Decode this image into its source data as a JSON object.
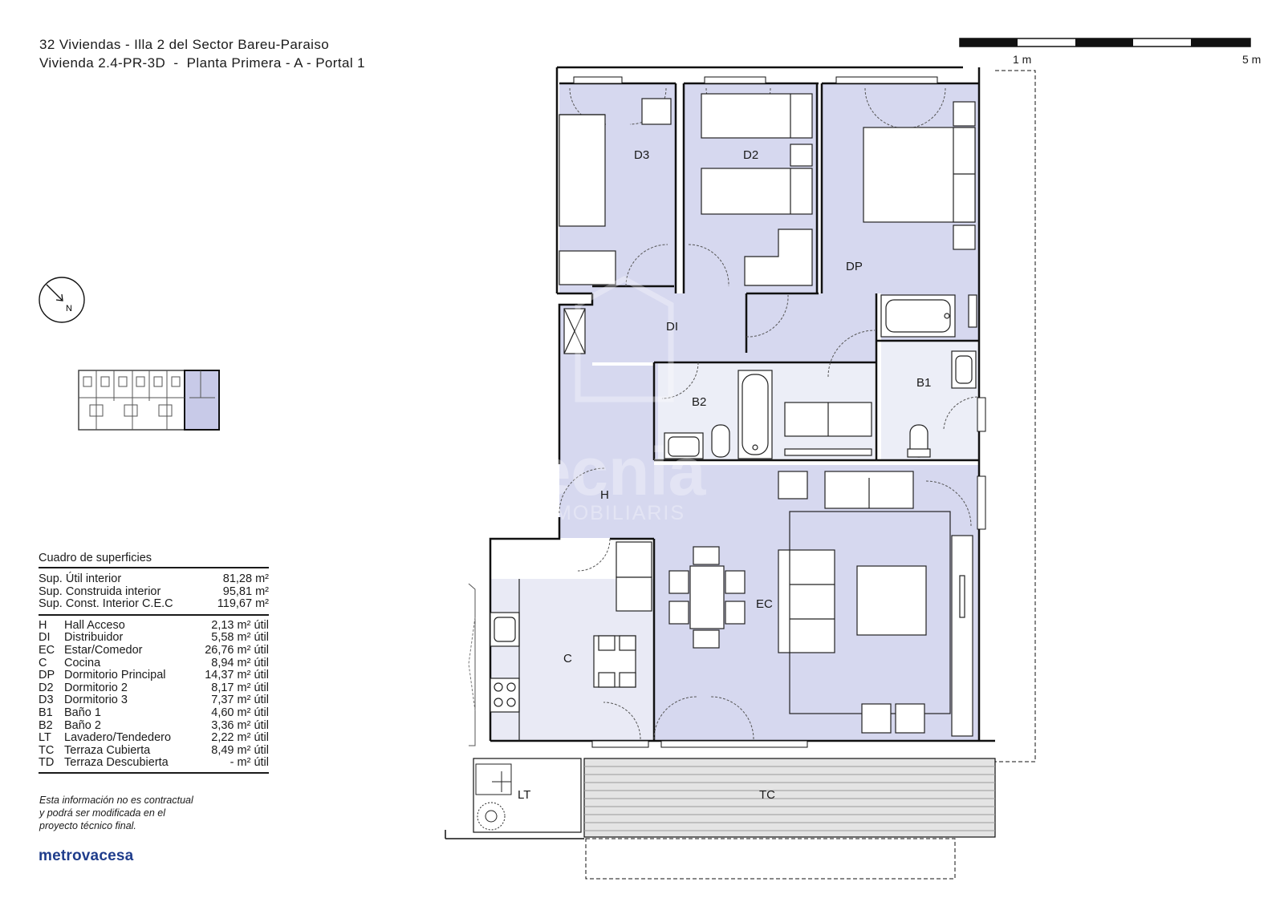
{
  "header": {
    "line1": "32 Viviendas - Illa 2 del Sector Bareu-Paraiso",
    "line2": "Vivienda 2.4-PR-3D  -  Planta Primera - A - Portal 1"
  },
  "scale": {
    "label_min": "1 m",
    "label_max": "5 m"
  },
  "compass": {
    "label": "N"
  },
  "rooms": {
    "D3": "D3",
    "D2": "D2",
    "DP": "DP",
    "DI": "DI",
    "B1": "B1",
    "B2": "B2",
    "H": "H",
    "EC": "EC",
    "C": "C",
    "LT": "LT",
    "TC": "TC"
  },
  "watermark": {
    "main": "tecnia",
    "sub": "INMOBILIARIS"
  },
  "surface_table": {
    "title": "Cuadro de superficies",
    "totals": [
      {
        "label": "Sup. Útil interior",
        "value": "81,28 m²"
      },
      {
        "label": "Sup. Construida interior",
        "value": "95,81 m²"
      },
      {
        "label": "Sup. Const. Interior C.E.C",
        "value": "119,67 m²"
      }
    ],
    "rooms": [
      {
        "code": "H",
        "name": "Hall Acceso",
        "area": "2,13 m² útil"
      },
      {
        "code": "DI",
        "name": "Distribuidor",
        "area": "5,58 m² útil"
      },
      {
        "code": "EC",
        "name": "Estar/Comedor",
        "area": "26,76 m² útil"
      },
      {
        "code": "C",
        "name": "Cocina",
        "area": "8,94 m² útil"
      },
      {
        "code": "DP",
        "name": "Dormitorio Principal",
        "area": "14,37 m² útil"
      },
      {
        "code": "D2",
        "name": "Dormitorio 2",
        "area": "8,17 m² útil"
      },
      {
        "code": "D3",
        "name": "Dormitorio 3",
        "area": "7,37 m² útil"
      },
      {
        "code": "B1",
        "name": "Baño 1",
        "area": "4,60 m² útil"
      },
      {
        "code": "B2",
        "name": "Baño 2",
        "area": "3,36 m² útil"
      },
      {
        "code": "LT",
        "name": "Lavadero/Tendedero",
        "area": "2,22 m² útil"
      },
      {
        "code": "TC",
        "name": "Terraza Cubierta",
        "area": "8,49 m² útil"
      },
      {
        "code": "TD",
        "name": "Terraza Descubierta",
        "area": "- m² útil"
      }
    ]
  },
  "disclaimer": "Esta información no es contractual y podrá ser modificada en el proyecto técnico final.",
  "brand": "metrovacesa",
  "colors": {
    "room_fill": "#d6d8ef",
    "kitchen_fill": "#e9eaf5",
    "brand": "#1f3d8c"
  }
}
